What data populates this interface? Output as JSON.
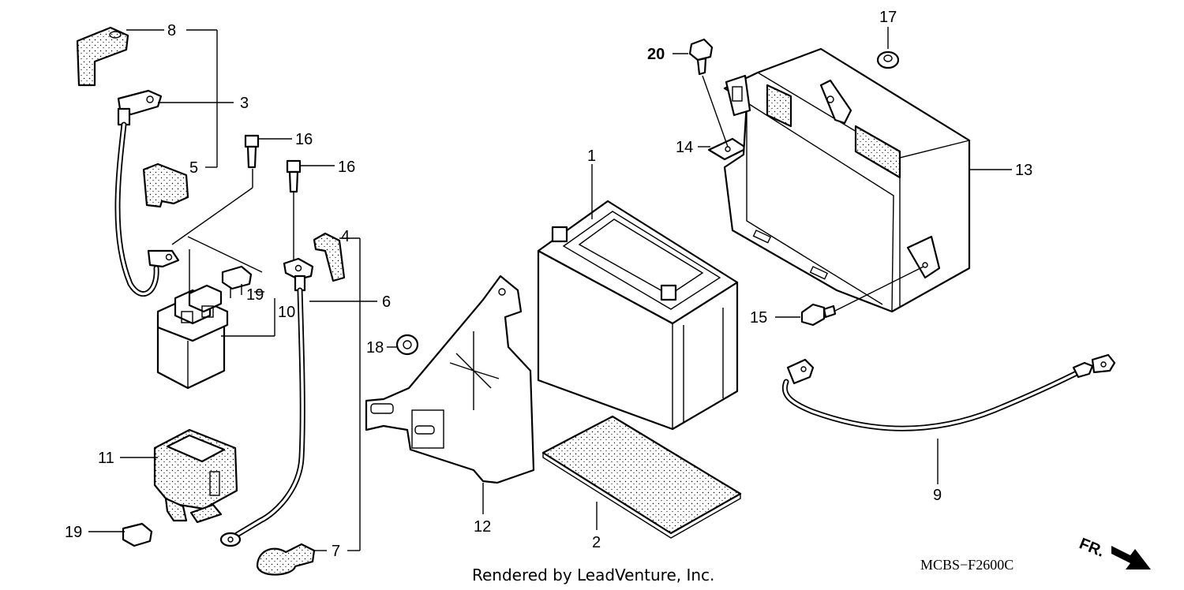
{
  "diagram": {
    "parts": [
      {
        "number": "1",
        "name": "battery"
      },
      {
        "number": "2",
        "name": "battery-pad"
      },
      {
        "number": "3",
        "name": "starter-cable"
      },
      {
        "number": "4",
        "name": "terminal-cover-clip"
      },
      {
        "number": "5",
        "name": "terminal-cover"
      },
      {
        "number": "6",
        "name": "battery-cable"
      },
      {
        "number": "7",
        "name": "cable-boot"
      },
      {
        "number": "8",
        "name": "terminal-cap"
      },
      {
        "number": "9",
        "name": "ground-cable"
      },
      {
        "number": "10",
        "name": "starter-relay"
      },
      {
        "number": "11",
        "name": "relay-rubber-mount"
      },
      {
        "number": "12",
        "name": "battery-bracket"
      },
      {
        "number": "13",
        "name": "battery-box"
      },
      {
        "number": "14",
        "name": "clip-nut"
      },
      {
        "number": "15",
        "name": "flange-bolt"
      },
      {
        "number": "16",
        "name": "terminal-bolt"
      },
      {
        "number": "17",
        "name": "grommet"
      },
      {
        "number": "18",
        "name": "grommet-small"
      },
      {
        "number": "19",
        "name": "fuse"
      },
      {
        "number": "20",
        "name": "bolt"
      }
    ],
    "labels": {
      "l1": "1",
      "l2": "2",
      "l3": "3",
      "l4": "4",
      "l5": "5",
      "l6": "6",
      "l7": "7",
      "l8": "8",
      "l9": "9",
      "l10": "10",
      "l11": "11",
      "l12": "12",
      "l13": "13",
      "l14": "14",
      "l15": "15",
      "l16a": "16",
      "l16b": "16",
      "l17": "17",
      "l18": "18",
      "l19a": "19",
      "l19b": "19",
      "l20": "20"
    },
    "direction_marker": "FR.",
    "diagram_code": "MCBS−F2600C",
    "footer": "Rendered by LeadVenture, Inc."
  }
}
